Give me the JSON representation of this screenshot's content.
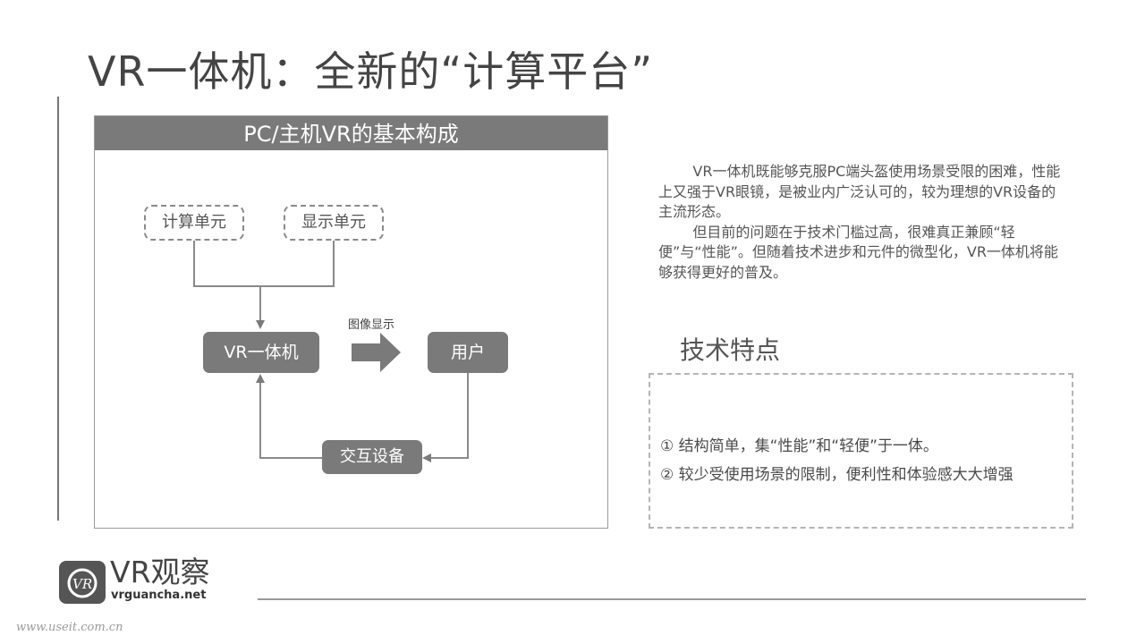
{
  "slide": {
    "title": "VR一体机：全新的“计算平台”"
  },
  "diagram": {
    "header": "PC/主机VR的基本构成",
    "nodes": {
      "compute": "计算单元",
      "display": "显示单元",
      "vr_headset": "VR一体机",
      "user": "用户",
      "interaction": "交互设备"
    },
    "arrow_label": "图像显示"
  },
  "description": {
    "paragraphs": [
      "VR一体机既能够克服PC端头盔使用场景受限的困难，性能上又强于VR眼镜，是被业内广泛认可的，较为理想的VR设备的主流形态。",
      "但目前的问题在于技术门槛过高，很难真正兼顾“轻便”与“性能”。但随着技术进步和元件的微型化，VR一体机将能够获得更好的普及。"
    ]
  },
  "features": {
    "title": "技术特点",
    "items": [
      "①  结构简单，集“性能”和“轻便”于一体。",
      "②  较少受使用场景的限制，便利性和体验感大大增强"
    ]
  },
  "logo": {
    "name": "VR观察",
    "url": "vrguancha.net",
    "icon": "vr-logo-icon"
  },
  "watermark": "www.useit.com.cn",
  "colors": {
    "node_fill": "#7a7a7a",
    "line": "#8a8a8a",
    "text": "#4a4a4a"
  }
}
